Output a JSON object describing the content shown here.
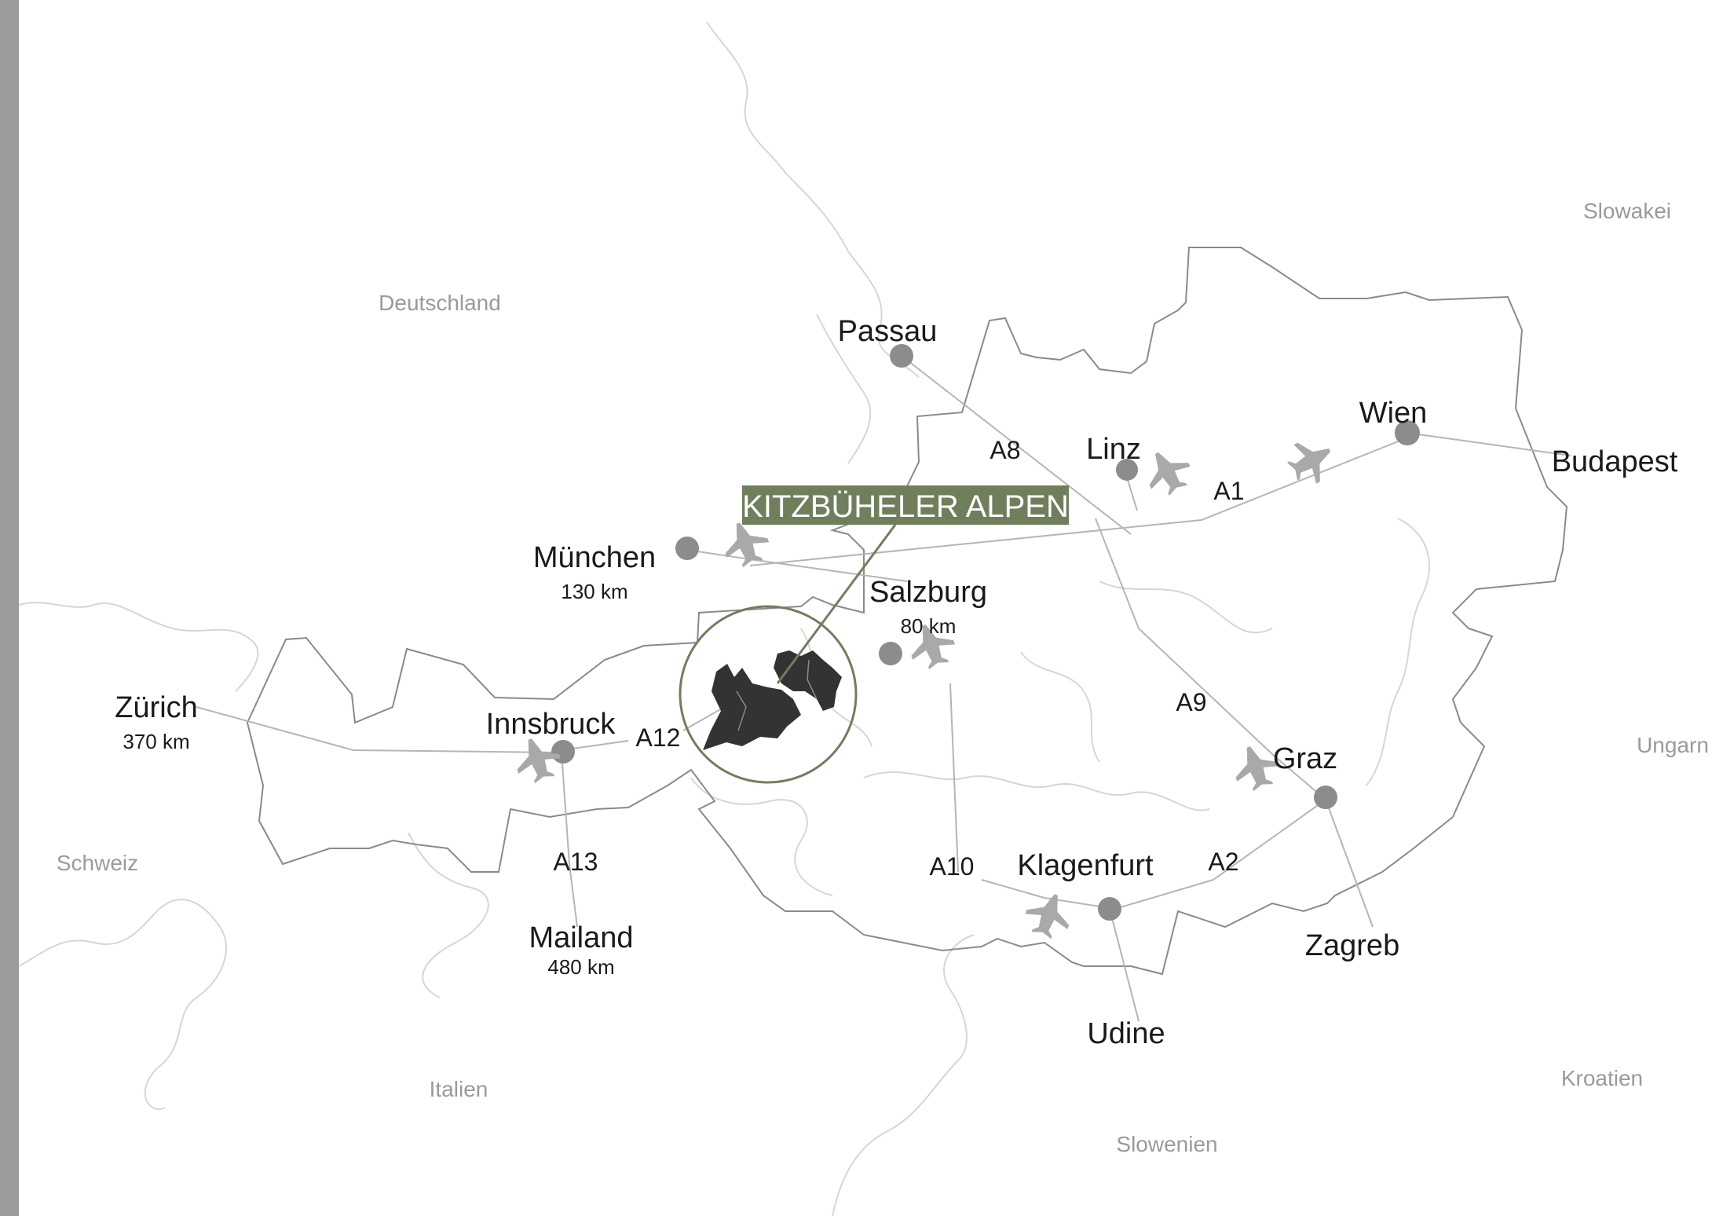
{
  "map": {
    "highlight_label": "KITZBÜHELER ALPEN",
    "colors": {
      "route_line": "#b5b5b5",
      "border": "#8a8a8a",
      "river": "#d6d6d6",
      "city_dot": "#8c8c8c",
      "accent": "#6f7f5c",
      "region_fill": "#333333",
      "side_bar": "#9c9c9a",
      "plane_icon": "#a9a9a9"
    },
    "countries": [
      "Deutschland",
      "Slowakei",
      "Ungarn",
      "Schweiz",
      "Italien",
      "Kroatien",
      "Slowenien"
    ],
    "cities": [
      {
        "name": "Passau"
      },
      {
        "name": "Linz"
      },
      {
        "name": "Wien"
      },
      {
        "name": "Budapest"
      },
      {
        "name": "München",
        "distance": "130 km"
      },
      {
        "name": "Salzburg",
        "distance": "80 km"
      },
      {
        "name": "Zürich",
        "distance": "370 km"
      },
      {
        "name": "Innsbruck"
      },
      {
        "name": "Mailand",
        "distance": "480 km"
      },
      {
        "name": "Graz"
      },
      {
        "name": "Klagenfurt"
      },
      {
        "name": "Zagreb"
      },
      {
        "name": "Udine"
      }
    ],
    "roads": [
      "A8",
      "A1",
      "A12",
      "A13",
      "A9",
      "A10",
      "A2"
    ],
    "airport_icons": [
      "plane-icon",
      "plane-icon",
      "plane-icon",
      "plane-icon",
      "plane-icon",
      "plane-icon",
      "plane-icon"
    ]
  }
}
